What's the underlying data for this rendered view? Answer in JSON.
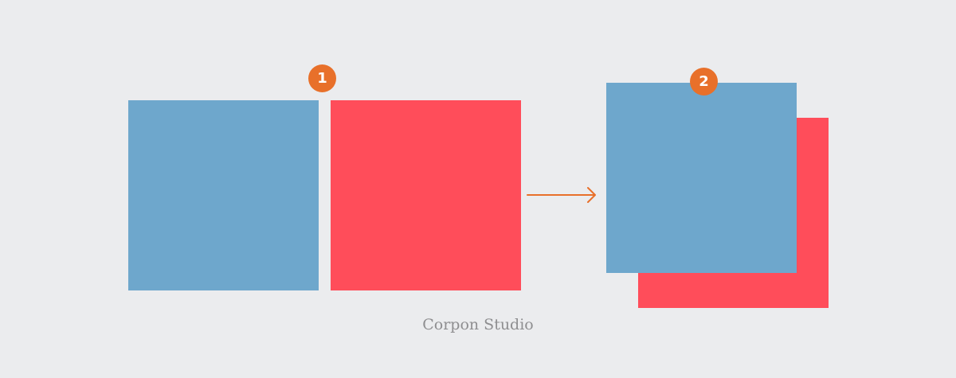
{
  "colors": {
    "background": "#ebecee",
    "blue": "#6ea7cc",
    "red": "#ff4d5a",
    "accent": "#e8702a",
    "caption_text": "#8e8e90"
  },
  "steps": [
    {
      "label": "1",
      "description_shapes": [
        "blue-square",
        "red-square"
      ],
      "arrangement": "side-by-side"
    },
    {
      "label": "2",
      "description_shapes": [
        "red-square",
        "blue-square"
      ],
      "arrangement": "overlapping (blue in front)"
    }
  ],
  "connector": {
    "icon": "arrow-right-icon",
    "direction": "right"
  },
  "caption": "Corpon Studio"
}
